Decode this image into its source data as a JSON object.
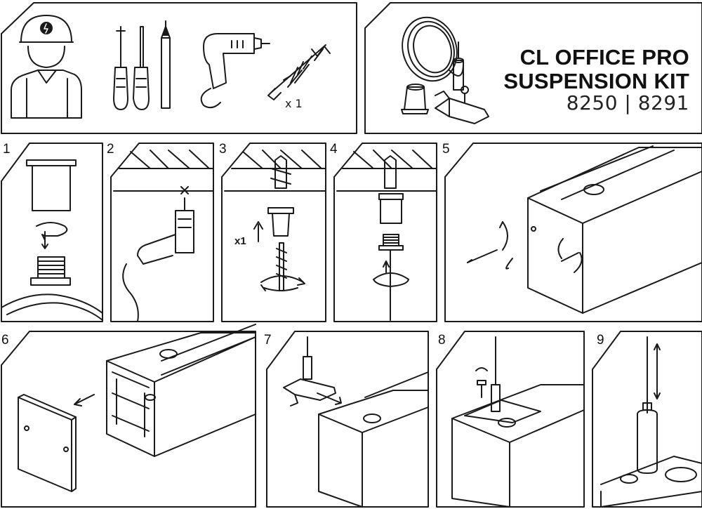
{
  "title": {
    "line1": "CL OFFICE PRO",
    "line2": "SUSPENSION KIT",
    "codes": "8250 | 8291"
  },
  "tools": {
    "anchor_qty": "x 1"
  },
  "steps": [
    {
      "number": "1"
    },
    {
      "number": "2"
    },
    {
      "number": "3",
      "qty": "x1"
    },
    {
      "number": "4"
    },
    {
      "number": "5"
    },
    {
      "number": "6"
    },
    {
      "number": "7"
    },
    {
      "number": "8"
    },
    {
      "number": "9"
    }
  ]
}
